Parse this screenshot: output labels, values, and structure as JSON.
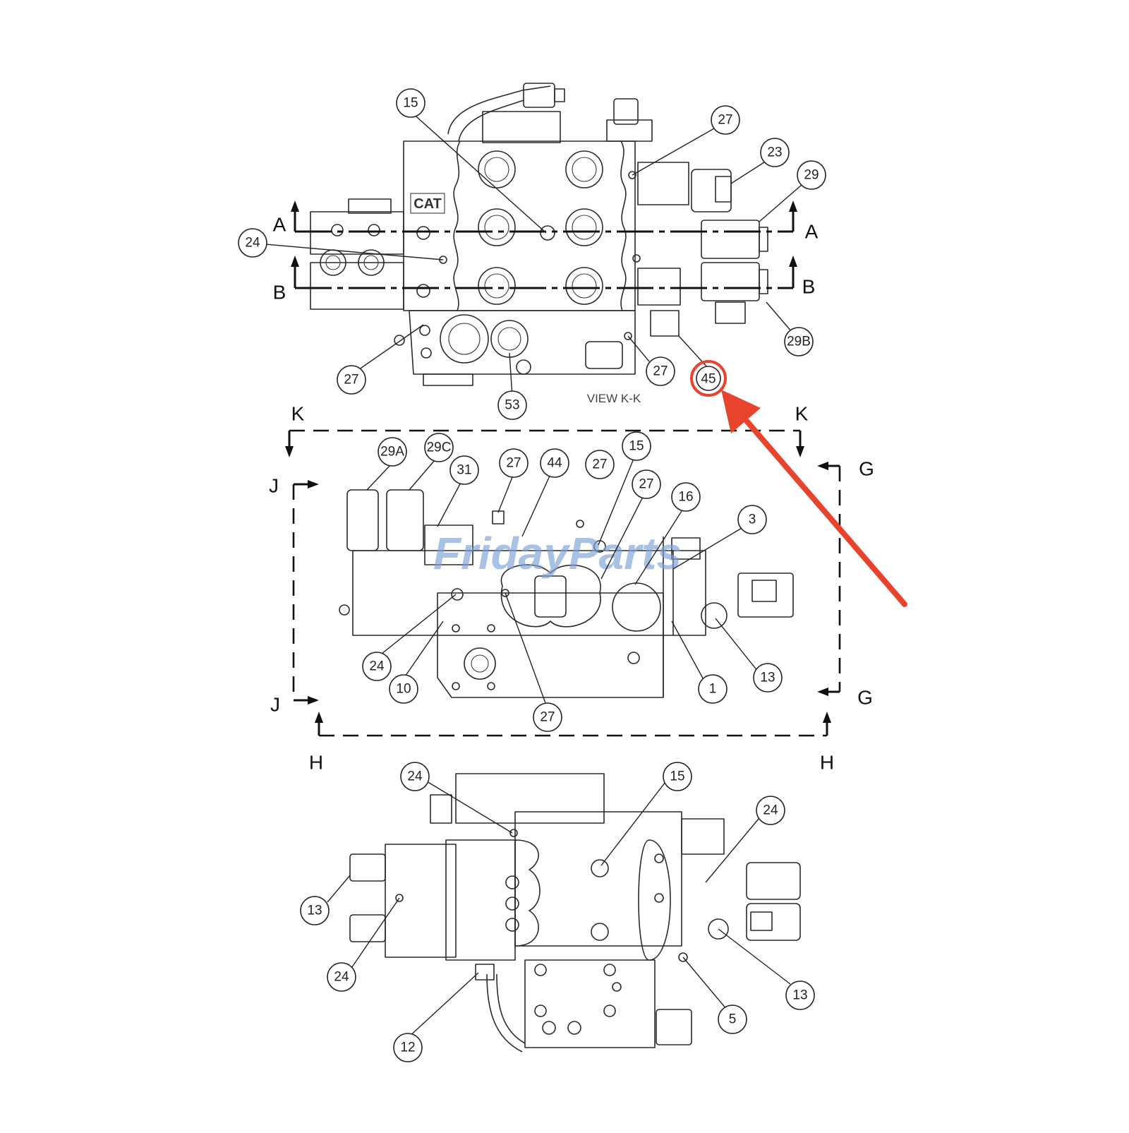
{
  "view_label": "VIEW K-K",
  "logo_text": "CAT",
  "watermark": "FridayParts",
  "highlight": {
    "label": "45",
    "color": "#e8432d"
  },
  "section_labels": [
    "A",
    "A",
    "B",
    "B",
    "K",
    "K",
    "J",
    "J",
    "G",
    "G",
    "H",
    "H"
  ],
  "callouts": [
    "15",
    "27",
    "23",
    "29",
    "24",
    "29B",
    "27",
    "53",
    "27",
    "29A",
    "29C",
    "31",
    "27",
    "44",
    "27",
    "15",
    "27",
    "16",
    "3",
    "24",
    "10",
    "27",
    "1",
    "13",
    "24",
    "15",
    "24",
    "13",
    "24",
    "12",
    "5",
    "13"
  ]
}
